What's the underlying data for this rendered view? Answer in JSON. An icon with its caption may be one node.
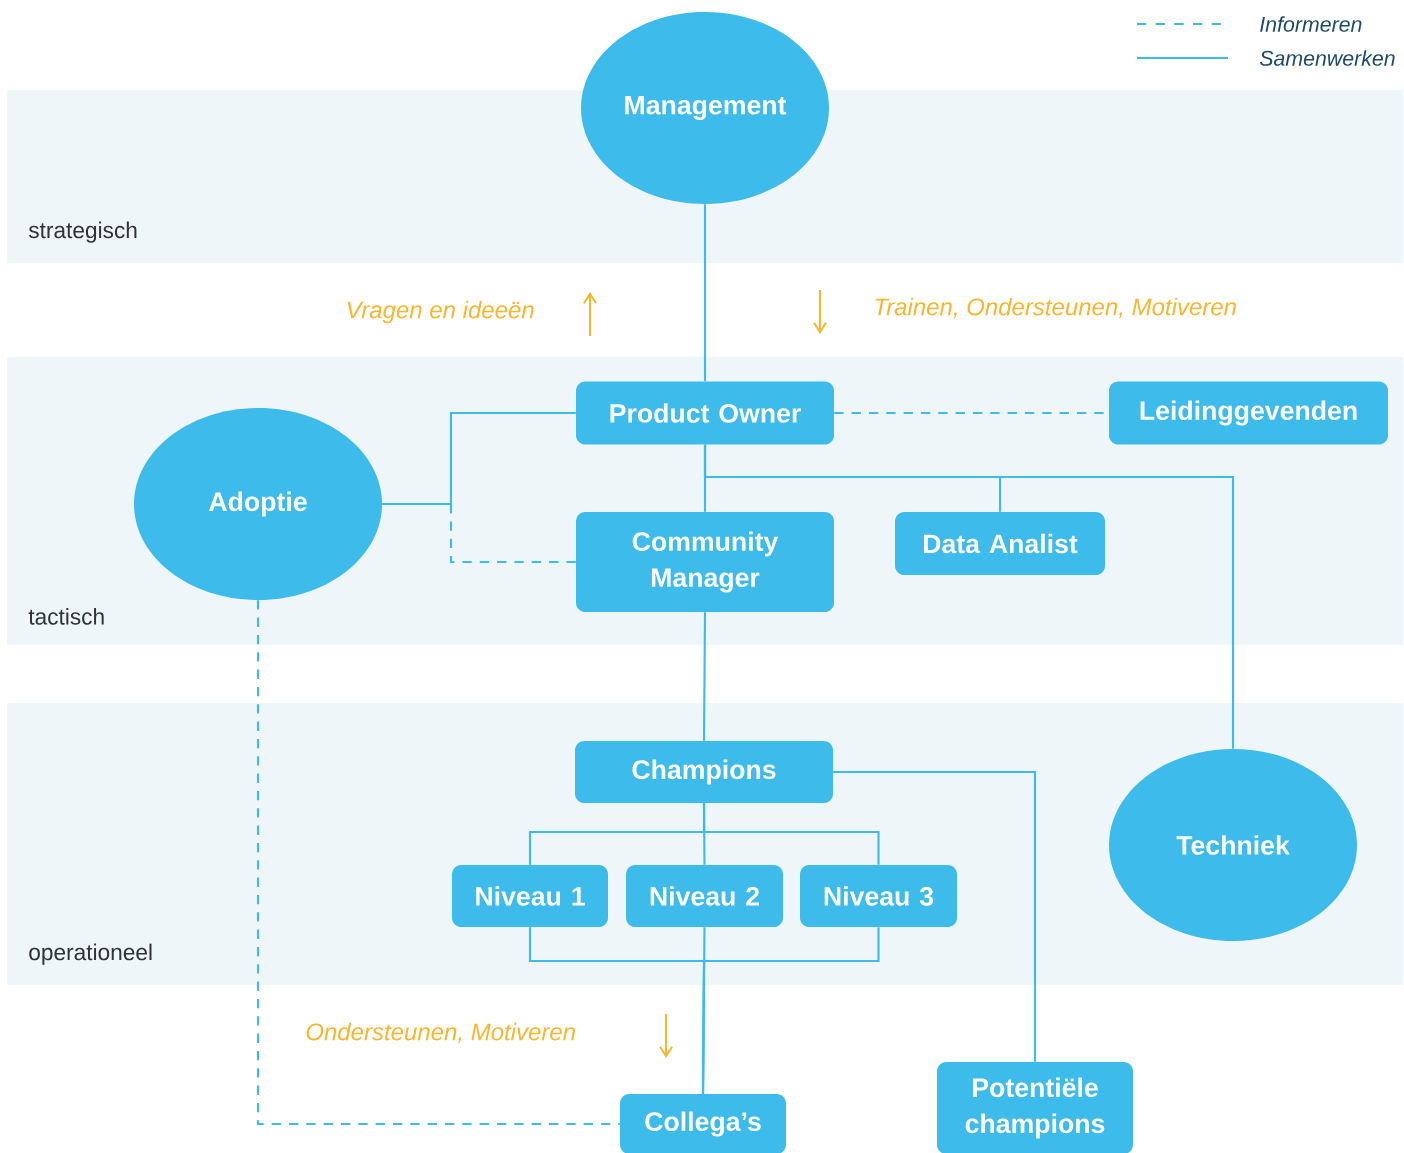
{
  "diagram": {
    "nodes": [
      {
        "text": [
          "Management"
        ]
      },
      {
        "text": [
          "Product Owner"
        ]
      },
      {
        "text": [
          "Leidinggevenden"
        ]
      },
      {
        "text": [
          "Adoptie"
        ]
      },
      {
        "text": [
          "Community Manager"
        ]
      },
      {
        "text": [
          "Data Analist"
        ]
      },
      {
        "text": [
          "Champions"
        ]
      },
      {
        "text": [
          "Niveau 1"
        ]
      },
      {
        "text": [
          "Niveau 2"
        ]
      },
      {
        "text": [
          "Niveau 3"
        ]
      },
      {
        "text": [
          "Techniek"
        ]
      },
      {
        "text": [
          "Collega’s"
        ]
      },
      {
        "text": [
          "Potentiële champions"
        ]
      }
    ],
    "edges": [
      {
        "from": 0,
        "to": 1,
        "arrow": "none"
      },
      {
        "from": 1,
        "to": 2,
        "arrow": "none",
        "style": "dashed"
      },
      {
        "from": 1,
        "to": 3,
        "arrow": "none"
      },
      {
        "from": 4,
        "to": 3,
        "arrow": "none",
        "style": "dashed"
      },
      {
        "from": 1,
        "to": 4,
        "arrow": "none"
      },
      {
        "from": 1,
        "to": 5,
        "arrow": "none"
      },
      {
        "from": 1,
        "to": 10,
        "arrow": "none"
      },
      {
        "from": 4,
        "to": 6,
        "arrow": "none"
      },
      {
        "from": 6,
        "to": 7,
        "arrow": "none"
      },
      {
        "from": 6,
        "to": 8,
        "arrow": "none"
      },
      {
        "from": 6,
        "to": 9,
        "arrow": "none"
      },
      {
        "from": 7,
        "to": 11,
        "arrow": "none"
      },
      {
        "from": 8,
        "to": 11,
        "arrow": "none"
      },
      {
        "from": 9,
        "to": 11,
        "arrow": "none"
      },
      {
        "from": 6,
        "to": 12,
        "arrow": "none"
      },
      {
        "from": 3,
        "to": 11,
        "arrow": "none",
        "style": "dashed"
      }
    ],
    "labels": [
      "strategisch",
      "Vragen en ideeën",
      "Trainen, Ondersteunen, Motiveren",
      "tactisch",
      "operationeel",
      "Ondersteunen, Motiveren"
    ],
    "legend": [
      {
        "text": "Informeren"
      },
      {
        "text": "Samenwerken"
      }
    ]
  }
}
